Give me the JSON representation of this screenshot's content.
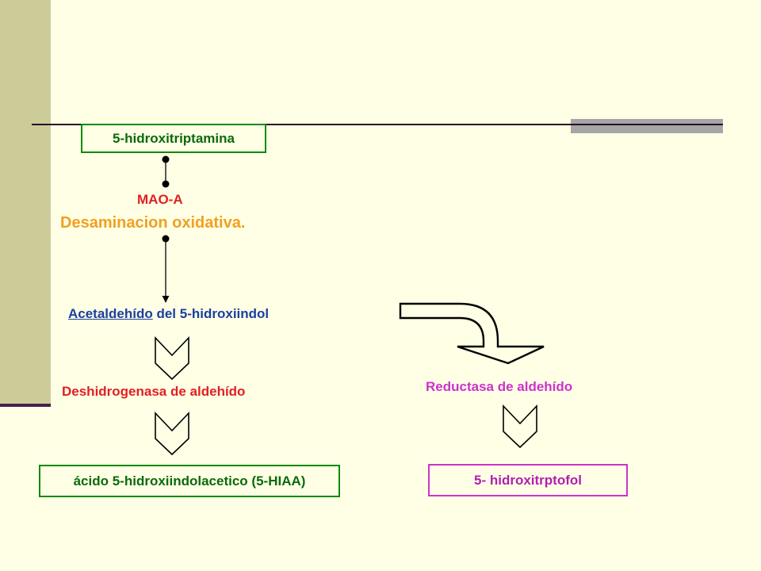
{
  "nodes": {
    "serotonin": "5-hidroxitriptamina",
    "enzyme_mao": "MAO-A",
    "process": "Desaminacion oxidativa.",
    "aldehyde_link": "Acetaldehído",
    "aldehyde_rest": " del 5-hidroxiindol",
    "dehydrogenase": "Deshidrogenasa de aldehído",
    "reductase": "Reductasa de aldehído",
    "hiaa": "ácido 5-hidroxiindolacetico (5-HIAA)",
    "tryptophol": "5- hidroxitrptofol"
  },
  "colors": {
    "background": "#ffffe6",
    "sidebar": "#cccc99",
    "green": "#0a8a0a",
    "red": "#e02020",
    "orange": "#f0a020",
    "blue": "#1a3fa0",
    "pink": "#cc33cc",
    "gray": "#a6a6a6"
  },
  "icons": [
    "bullet-dot-icon",
    "down-arrow-icon",
    "bracket-arrow-icon",
    "curved-arrow-icon"
  ]
}
